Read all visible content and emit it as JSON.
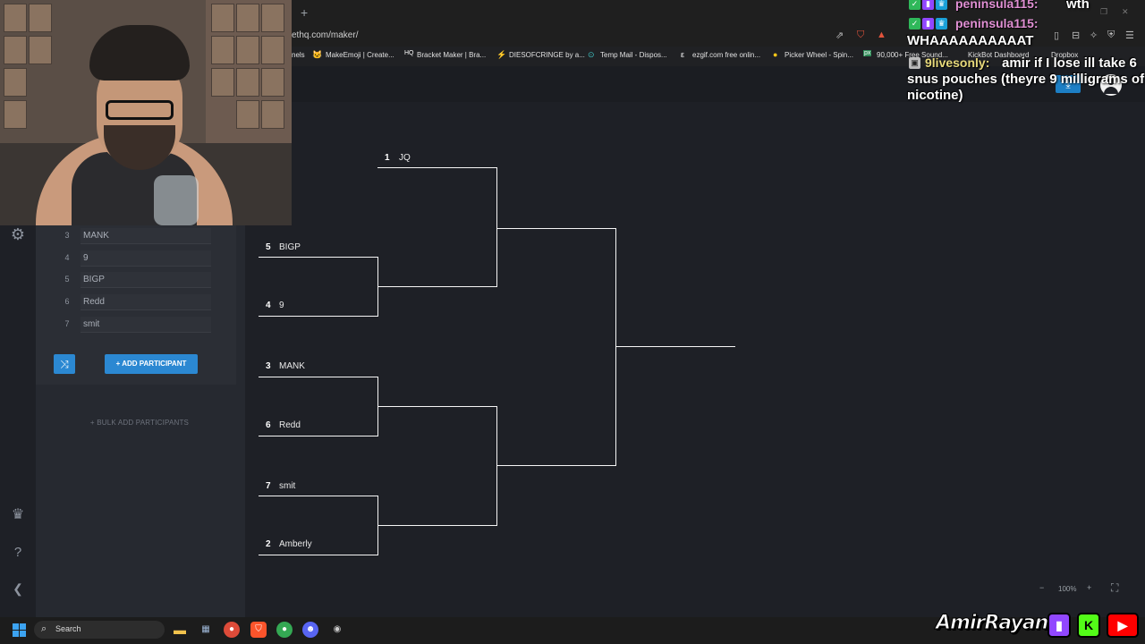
{
  "browser": {
    "url": "ethq.com/maker/",
    "new_tab": "+",
    "bookmarks": [
      {
        "label": "nels",
        "icon": ""
      },
      {
        "label": "MakeEmoji | Create...",
        "icon": "🐱"
      },
      {
        "label": "Bracket Maker | Bra...",
        "icon": "HQ"
      },
      {
        "label": "DIESOFCRINGE by a...",
        "icon": "⚡"
      },
      {
        "label": "Temp Mail - Dispos...",
        "icon": "⊙"
      },
      {
        "label": "ezgif.com free onlin...",
        "icon": "ε"
      },
      {
        "label": "Picker Wheel - Spin...",
        "icon": "●"
      },
      {
        "label": "90,000+ Free Sound...",
        "icon": "px"
      },
      {
        "label": "KickBot Dashboard",
        "icon": ""
      },
      {
        "label": "Dropbox",
        "icon": ""
      }
    ]
  },
  "sidebar": {
    "participants": [
      {
        "seed": "3",
        "name": "MANK"
      },
      {
        "seed": "4",
        "name": "9"
      },
      {
        "seed": "5",
        "name": "BIGP"
      },
      {
        "seed": "6",
        "name": "Redd"
      },
      {
        "seed": "7",
        "name": "smit"
      }
    ],
    "add_participant": "+ ADD PARTICIPANT",
    "bulk_add": "+ BULK ADD PARTICIPANTS"
  },
  "bracket": {
    "round1": [
      {
        "seed": "1",
        "name": "JQ"
      },
      {
        "seed": "5",
        "name": "BIGP"
      },
      {
        "seed": "4",
        "name": "9"
      },
      {
        "seed": "3",
        "name": "MANK"
      },
      {
        "seed": "6",
        "name": "Redd"
      },
      {
        "seed": "7",
        "name": "smit"
      },
      {
        "seed": "2",
        "name": "Amberly"
      }
    ]
  },
  "zoom": {
    "minus": "−",
    "level": "100%",
    "plus": "+"
  },
  "chat": {
    "messages": [
      {
        "user": "peninsula115:",
        "text": "wth"
      },
      {
        "user": "peninsula115:",
        "text": "WHAAAAAAAAAAT"
      },
      {
        "user": "9livesonly:",
        "text": "amir if I lose ill take 6 snus pouches (theyre 9 milligrams of nicotine)"
      }
    ]
  },
  "taskbar": {
    "search": "Search"
  },
  "watermark": {
    "name": "AmirRayani"
  }
}
